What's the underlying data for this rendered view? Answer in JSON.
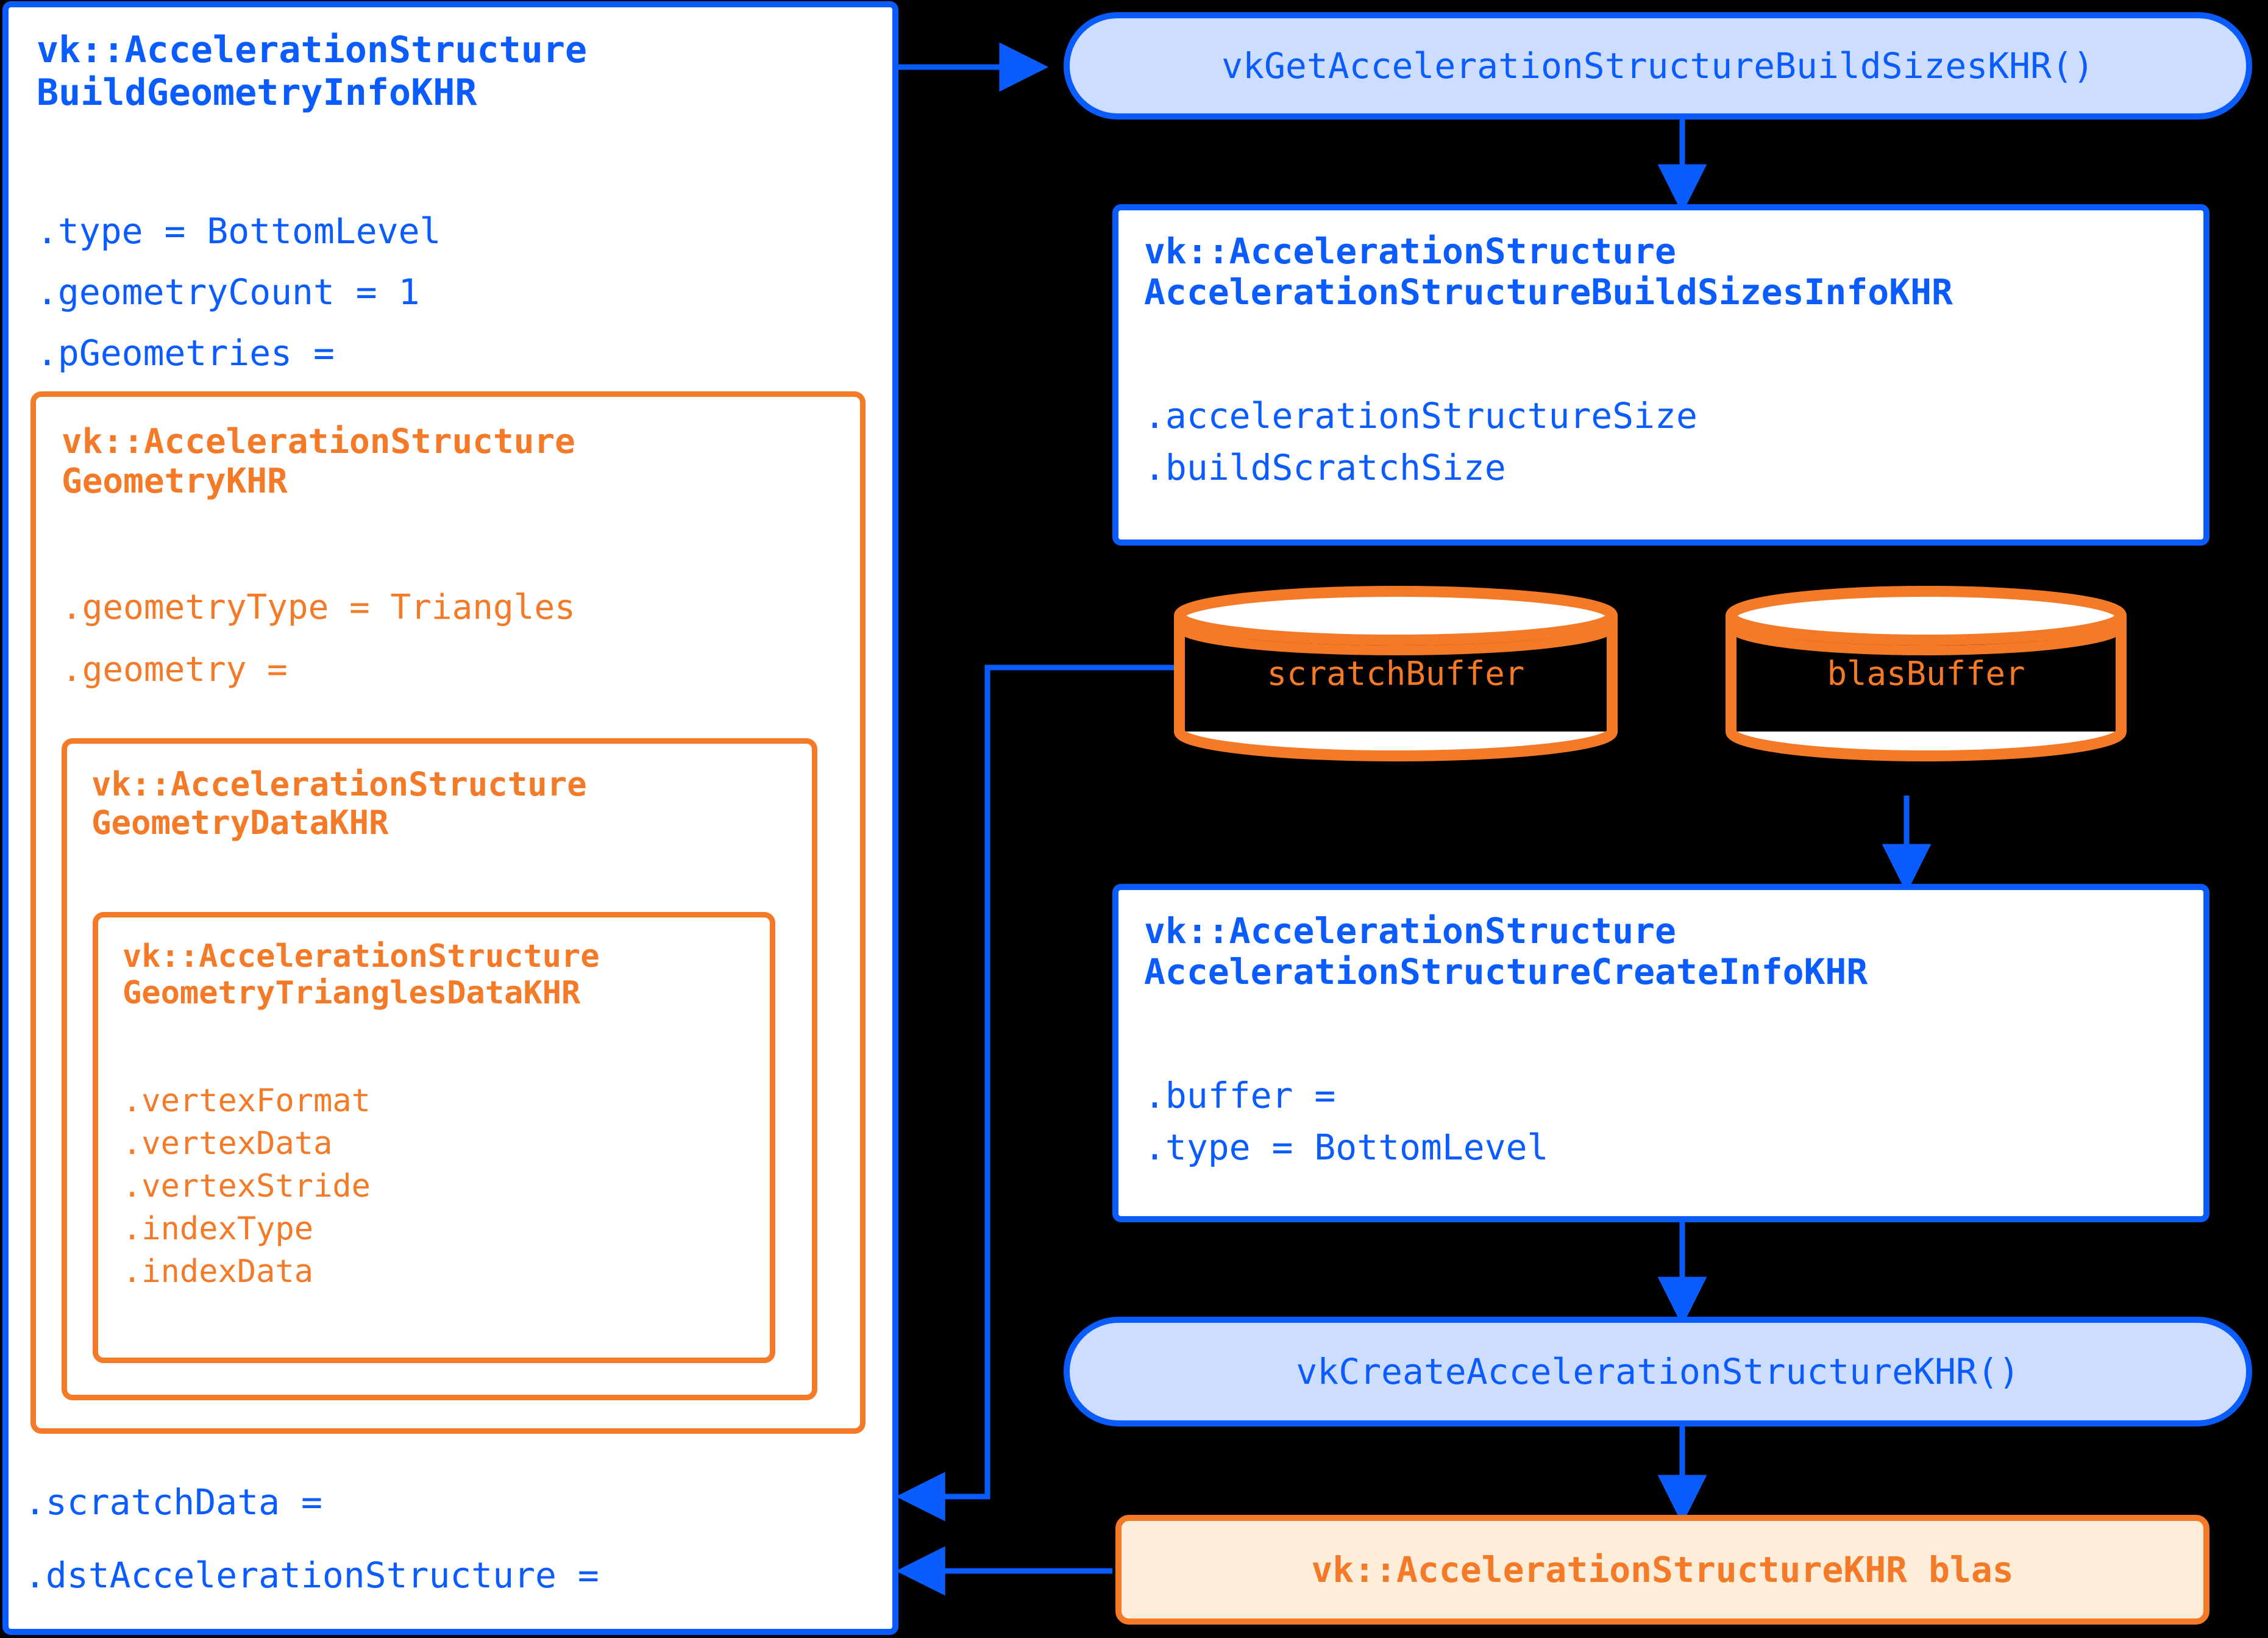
{
  "colors": {
    "blue": "#0A5CFF",
    "orange": "#F47A28",
    "pill_fill": "#CCDDFF",
    "blas_fill": "#FDEDD9",
    "background": "#000000",
    "node_fill": "#FFFFFF"
  },
  "diagram": {
    "type": "flowchart",
    "title": "Vulkan bottom-level acceleration structure (BLAS) build flow"
  },
  "build_geometry_info": {
    "title_line1": "vk::AccelerationStructure",
    "title_line2": "BuildGeometryInfoKHR",
    "fields_top": [
      ".type = BottomLevel",
      ".geometryCount = 1",
      ".pGeometries ="
    ],
    "fields_bottom": [
      ".scratchData =",
      ".dstAccelerationStructure ="
    ]
  },
  "geometry_khr": {
    "title_line1": "vk::AccelerationStructure",
    "title_line2": "GeometryKHR",
    "fields": [
      ".geometryType = Triangles",
      ".geometry ="
    ]
  },
  "geometry_data_khr": {
    "title_line1": "vk::AccelerationStructure",
    "title_line2": "GeometryDataKHR"
  },
  "geometry_triangles_data_khr": {
    "title_line1": "vk::AccelerationStructure",
    "title_line2": "GeometryTrianglesDataKHR",
    "fields": [
      ".vertexFormat",
      ".vertexData",
      ".vertexStride",
      ".indexType",
      ".indexData"
    ]
  },
  "get_build_sizes_call": {
    "label": "vkGetAccelerationStructureBuildSizesKHR()"
  },
  "build_sizes_info": {
    "title_line1": "vk::AccelerationStructure",
    "title_line2": "AccelerationStructureBuildSizesInfoKHR",
    "fields": [
      ".accelerationStructureSize",
      ".buildScratchSize"
    ]
  },
  "buffers": {
    "scratch": "scratchBuffer",
    "blas": "blasBuffer"
  },
  "create_info": {
    "title_line1": "vk::AccelerationStructure",
    "title_line2": "AccelerationStructureCreateInfoKHR",
    "fields": [
      ".buffer =",
      ".type = BottomLevel"
    ]
  },
  "create_call": {
    "label": "vkCreateAccelerationStructureKHR()"
  },
  "blas_result": {
    "label": "vk::AccelerationStructureKHR blas"
  }
}
